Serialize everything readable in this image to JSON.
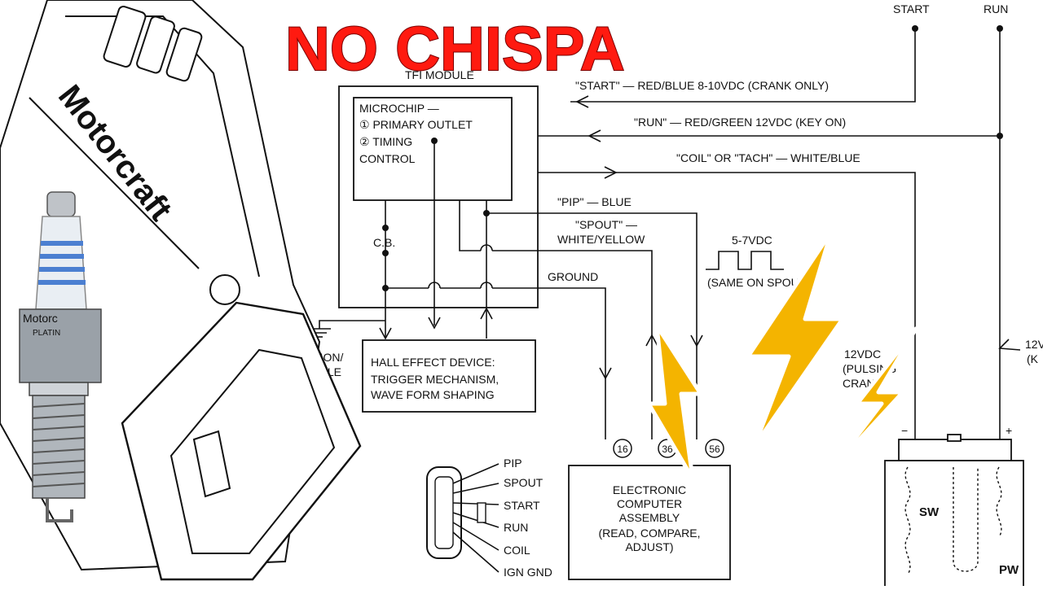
{
  "title": "NO CHISPA",
  "colors": {
    "title": "#ff1a10",
    "bolt": "#f4b400",
    "line": "#111111"
  },
  "icons": [
    "ignition-module-icon",
    "spark-plug-icon",
    "lightning-bolt-icon",
    "ground-symbol-icon"
  ],
  "ignition_module": {
    "brand": "Motorcraft"
  },
  "spark_plug": {
    "label": "Motorc",
    "sublabel": "PLATIN"
  },
  "terminals": {
    "start": "START",
    "run": "RUN"
  },
  "tfi_module": {
    "title": "TFI MODULE",
    "microchip": [
      "MICROCHIP —",
      "① PRIMARY OUTLET",
      "② TIMING",
      "CONTROL"
    ],
    "cb": "C.B."
  },
  "wires": {
    "start": "\"START\" — RED/BLUE    8-10VDC (CRANK ONLY)",
    "run": "\"RUN\" — RED/GREEN    12VDC (KEY ON)",
    "coil": "\"COIL\" OR \"TACH\" — WHITE/BLUE",
    "pip": "\"PIP\" — BLUE",
    "spout_1": "\"SPOUT\" —",
    "spout_2": "WHITE/YELLOW",
    "ground": "GROUND"
  },
  "waveform": {
    "voltage": "5-7VDC",
    "note": "(SAME ON SPOUT)"
  },
  "hall_effect": [
    "HALL EFFECT DEVICE:",
    "TRIGGER MECHANISM,",
    "WAVE FORM SHAPING"
  ],
  "side_label": [
    "TION/",
    "ILE"
  ],
  "eca": {
    "pins": [
      "16",
      "36",
      "56"
    ],
    "lines": [
      "ELECTRONIC",
      "COMPUTER",
      "ASSEMBLY",
      "(READ, COMPARE,",
      "ADJUST)"
    ]
  },
  "connector_pins": [
    "PIP",
    "SPOUT",
    "START",
    "RUN",
    "COIL",
    "IGN GND"
  ],
  "coil_side": {
    "l1": "12VDC",
    "l2": "(PULSING",
    "l3": "CRANK",
    "r1": "12V",
    "r2": "(K"
  },
  "ignition_coil": {
    "minus": "−",
    "plus": "+",
    "sw": "SW",
    "pw": "PW"
  }
}
